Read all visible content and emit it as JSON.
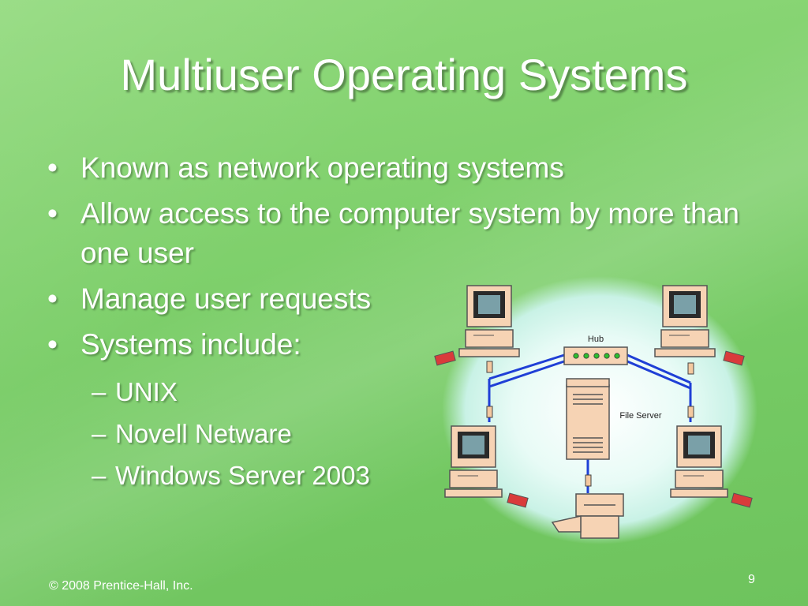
{
  "slide": {
    "title": "Multiuser Operating Systems",
    "bullets": [
      {
        "text": "Known as network operating systems"
      },
      {
        "text": "Allow access to the computer system by more than one user"
      },
      {
        "text": "Manage user requests"
      },
      {
        "text": "Systems include:"
      }
    ],
    "sub_bullets": [
      {
        "text": "UNIX"
      },
      {
        "text": "Novell Netware"
      },
      {
        "text": "Windows Server 2003"
      }
    ],
    "bullet_glyph": "•",
    "dash_glyph": "–",
    "footer": "© 2008 Prentice-Hall, Inc.",
    "page_number": "9"
  },
  "diagram": {
    "hub_label": "Hub",
    "server_label": "File Server"
  },
  "colors": {
    "background": "#7ccf69",
    "text": "#ffffff",
    "network_line": "#1f3fd6",
    "device_body": "#f6d3b4"
  }
}
